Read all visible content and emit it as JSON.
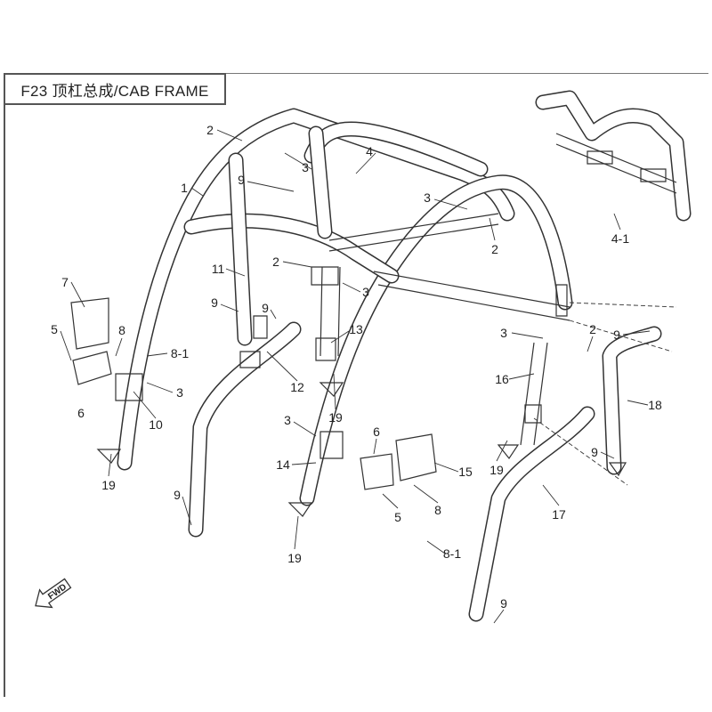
{
  "title": "F23 顶杠总成/CAB FRAME",
  "fwd_badge": "FWD",
  "callouts": [
    {
      "id": "2"
    },
    {
      "id": "3"
    },
    {
      "id": "4"
    },
    {
      "id": "1"
    },
    {
      "id": "9"
    },
    {
      "id": "3"
    },
    {
      "id": "4-1"
    },
    {
      "id": "2"
    },
    {
      "id": "11"
    },
    {
      "id": "2"
    },
    {
      "id": "3"
    },
    {
      "id": "7"
    },
    {
      "id": "9"
    },
    {
      "id": "9"
    },
    {
      "id": "5"
    },
    {
      "id": "8"
    },
    {
      "id": "8-1"
    },
    {
      "id": "13"
    },
    {
      "id": "3"
    },
    {
      "id": "2"
    },
    {
      "id": "9"
    },
    {
      "id": "6"
    },
    {
      "id": "3"
    },
    {
      "id": "12"
    },
    {
      "id": "19"
    },
    {
      "id": "16"
    },
    {
      "id": "18"
    },
    {
      "id": "10"
    },
    {
      "id": "19"
    },
    {
      "id": "3"
    },
    {
      "id": "6"
    },
    {
      "id": "14"
    },
    {
      "id": "15"
    },
    {
      "id": "19"
    },
    {
      "id": "9"
    },
    {
      "id": "5"
    },
    {
      "id": "8"
    },
    {
      "id": "17"
    },
    {
      "id": "9"
    },
    {
      "id": "19"
    },
    {
      "id": "8-1"
    },
    {
      "id": "9"
    }
  ]
}
